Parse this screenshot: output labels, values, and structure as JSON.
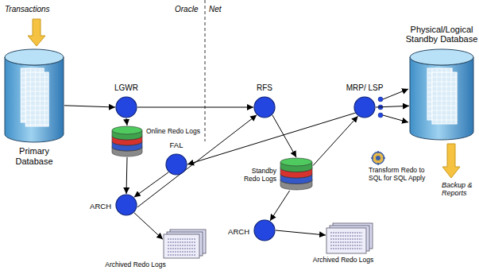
{
  "diagram": {
    "nodes": [
      {
        "text": [
          "Primary Database"
        ]
      },
      {
        "text": [
          "LGWR"
        ]
      },
      {
        "text": [
          "Online Redo Logs"
        ]
      },
      {
        "text": [
          "FAL"
        ]
      },
      {
        "text": [
          "ARCH"
        ]
      },
      {
        "text": [
          "Archived Redo Logs"
        ]
      },
      {
        "text": [
          "RFS"
        ]
      },
      {
        "text": [
          "MRP/ LSP"
        ]
      },
      {
        "text": [
          "Physical/Logical Standby Database"
        ]
      },
      {
        "text": [
          "Standby Redo Logs"
        ]
      },
      {
        "text": [
          "ARCH"
        ]
      },
      {
        "text": [
          "Archived Redo Logs"
        ]
      }
    ],
    "edges": [
      {
        "from": 0,
        "to": 1,
        "arrow": "to"
      },
      {
        "from": 1,
        "to": 6,
        "arrow": "to"
      },
      {
        "from": 1,
        "to": 2,
        "arrow": "to"
      },
      {
        "from": 2,
        "to": 4,
        "arrow": "to"
      },
      {
        "from": 3,
        "to": 4,
        "arrow": "to"
      },
      {
        "from": 4,
        "to": 6,
        "arrow": "to"
      },
      {
        "from": 7,
        "to": 3,
        "arrow": "to"
      },
      {
        "from": 6,
        "to": 9,
        "arrow": "to"
      },
      {
        "from": 9,
        "to": 7,
        "arrow": "to"
      },
      {
        "from": 9,
        "to": 10,
        "arrow": "to"
      },
      {
        "from": 10,
        "to": 11,
        "arrow": "to"
      },
      {
        "from": 4,
        "to": 5,
        "arrow": "to"
      },
      {
        "from": 7,
        "to": 8,
        "arrow": "to"
      }
    ],
    "labels": [
      "Transactions",
      "Oracle",
      "Net",
      "Transform Redo to SQL for SQL Apply",
      "Backup & Reports"
    ]
  }
}
